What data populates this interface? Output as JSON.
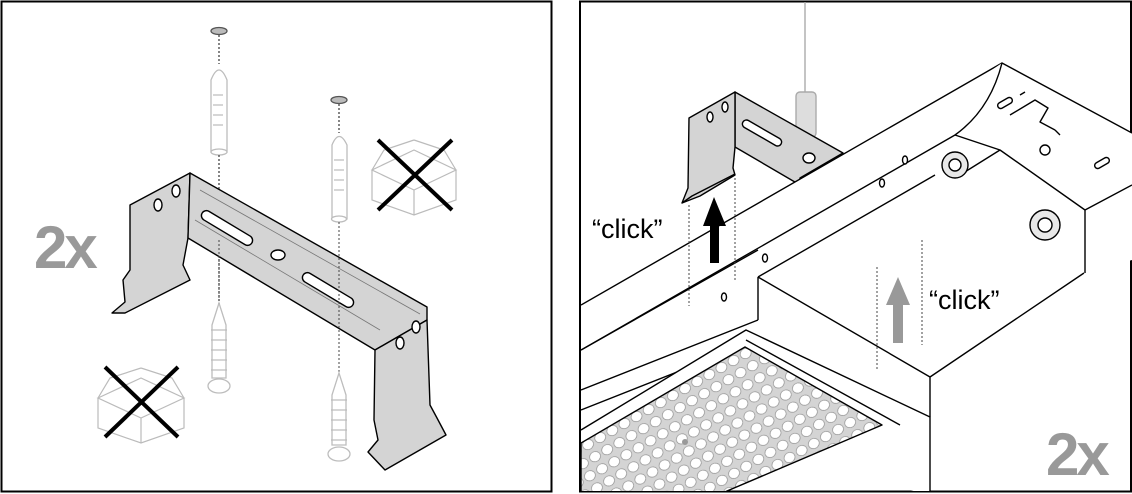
{
  "colors": {
    "quantity_gray": "#999999",
    "metal": "#d4d4d4",
    "line": "#000000",
    "hardware_gray": "#bdbdbd"
  },
  "panel_left": {
    "quantity": "2x",
    "icons": [
      "wall-bracket",
      "wall-plug",
      "screw",
      "washer",
      "crossed-out-box-icon"
    ]
  },
  "panel_right": {
    "quantity": "2x",
    "click_label_bracket": "“click”",
    "click_label_box": "“click”",
    "icons": [
      "up-arrow-black",
      "up-arrow-gray",
      "luminaire",
      "suspension-cable"
    ]
  }
}
